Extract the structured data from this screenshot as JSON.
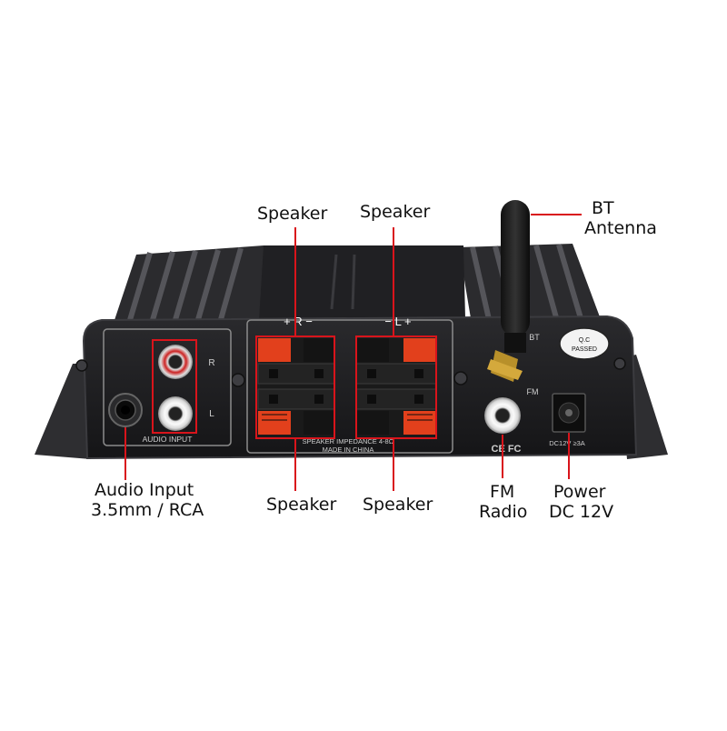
{
  "callouts": {
    "speaker_top_left": "Speaker",
    "speaker_top_right": "Speaker",
    "speaker_bottom_left": "Speaker",
    "speaker_bottom_right": "Speaker",
    "bt_antenna_line1": "BT",
    "bt_antenna_line2": "Antenna",
    "audio_input_line1": "Audio Input",
    "audio_input_line2": "3.5mm / RCA",
    "fm_radio_line1": "FM",
    "fm_radio_line2": "Radio",
    "power_line1": "Power",
    "power_line2": "DC 12V"
  },
  "panel": {
    "audio_input_label": "AUDIO INPUT",
    "rca_right": "R",
    "rca_left": "L",
    "right_channel": "+ R −",
    "left_channel": "− L +",
    "speaker_impedance": "SPEAKER IMPEDANCE 4-8Ω",
    "made_in": "MADE IN CHINA",
    "bt_mark": "BT",
    "fm_mark": "FM",
    "ce_fc": "CE FC",
    "dc_rating": "DC12V ≥3A",
    "qc_line1": "Q.C",
    "qc_line2": "PASSED"
  },
  "colors": {
    "callout_line": "#d9141b",
    "body": "#1c1c1e",
    "terminal_red": "#e2401c",
    "terminal_black": "#141414"
  }
}
